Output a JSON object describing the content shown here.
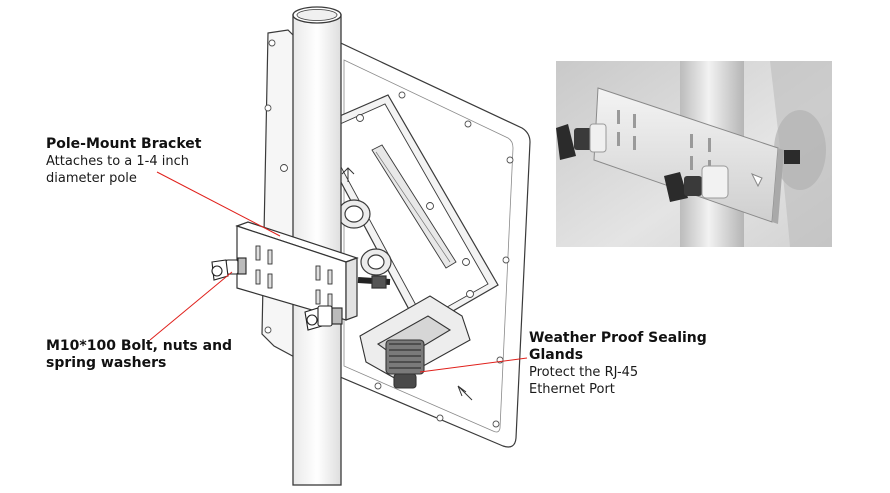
{
  "callouts": {
    "bracket": {
      "title": "Pole-Mount Bracket",
      "desc_line1": "Attaches to a 1-4 inch",
      "desc_line2": "diameter pole"
    },
    "bolt": {
      "line1": "M10*100 Bolt, nuts and",
      "line2": "spring washers"
    },
    "gland": {
      "title_line1": "Weather Proof Sealing",
      "title_line2": "Glands",
      "desc_line1": "Protect the RJ-45",
      "desc_line2": "Ethernet Port"
    }
  },
  "colors": {
    "leader": "#e0201b",
    "line": "#3a3a3a",
    "fill": "#ffffff",
    "inset_bg": "#dcdcdc"
  }
}
